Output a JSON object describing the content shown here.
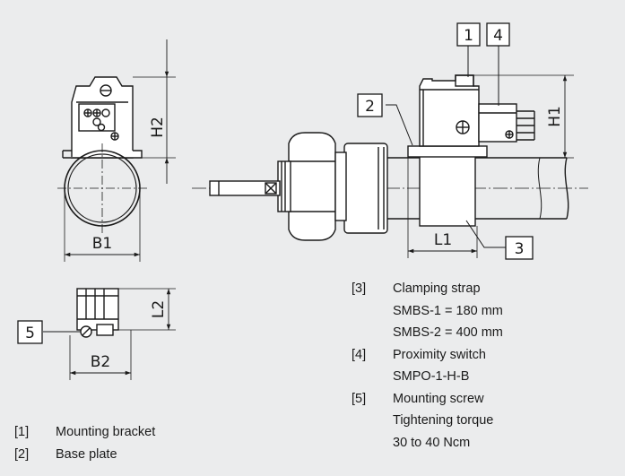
{
  "labels": {
    "B1": "B1",
    "B2": "B2",
    "H1": "H1",
    "H2": "H2",
    "L1": "L1",
    "L2": "L2"
  },
  "callouts": {
    "c1": "1",
    "c2": "2",
    "c3": "3",
    "c4": "4",
    "c5": "5"
  },
  "legend_left": [
    {
      "num": "[1]",
      "lines": [
        "Mounting bracket"
      ]
    },
    {
      "num": "[2]",
      "lines": [
        "Base plate"
      ]
    }
  ],
  "legend_right": [
    {
      "num": "[3]",
      "lines": [
        "Clamping strap",
        "SMBS-1 = 180 mm",
        "SMBS-2 = 400 mm"
      ]
    },
    {
      "num": "[4]",
      "lines": [
        "Proximity switch",
        "SMPO-1-H-B"
      ]
    },
    {
      "num": "[5]",
      "lines": [
        "Mounting screw",
        "Tightening torque",
        "30 to 40 Ncm"
      ]
    }
  ]
}
